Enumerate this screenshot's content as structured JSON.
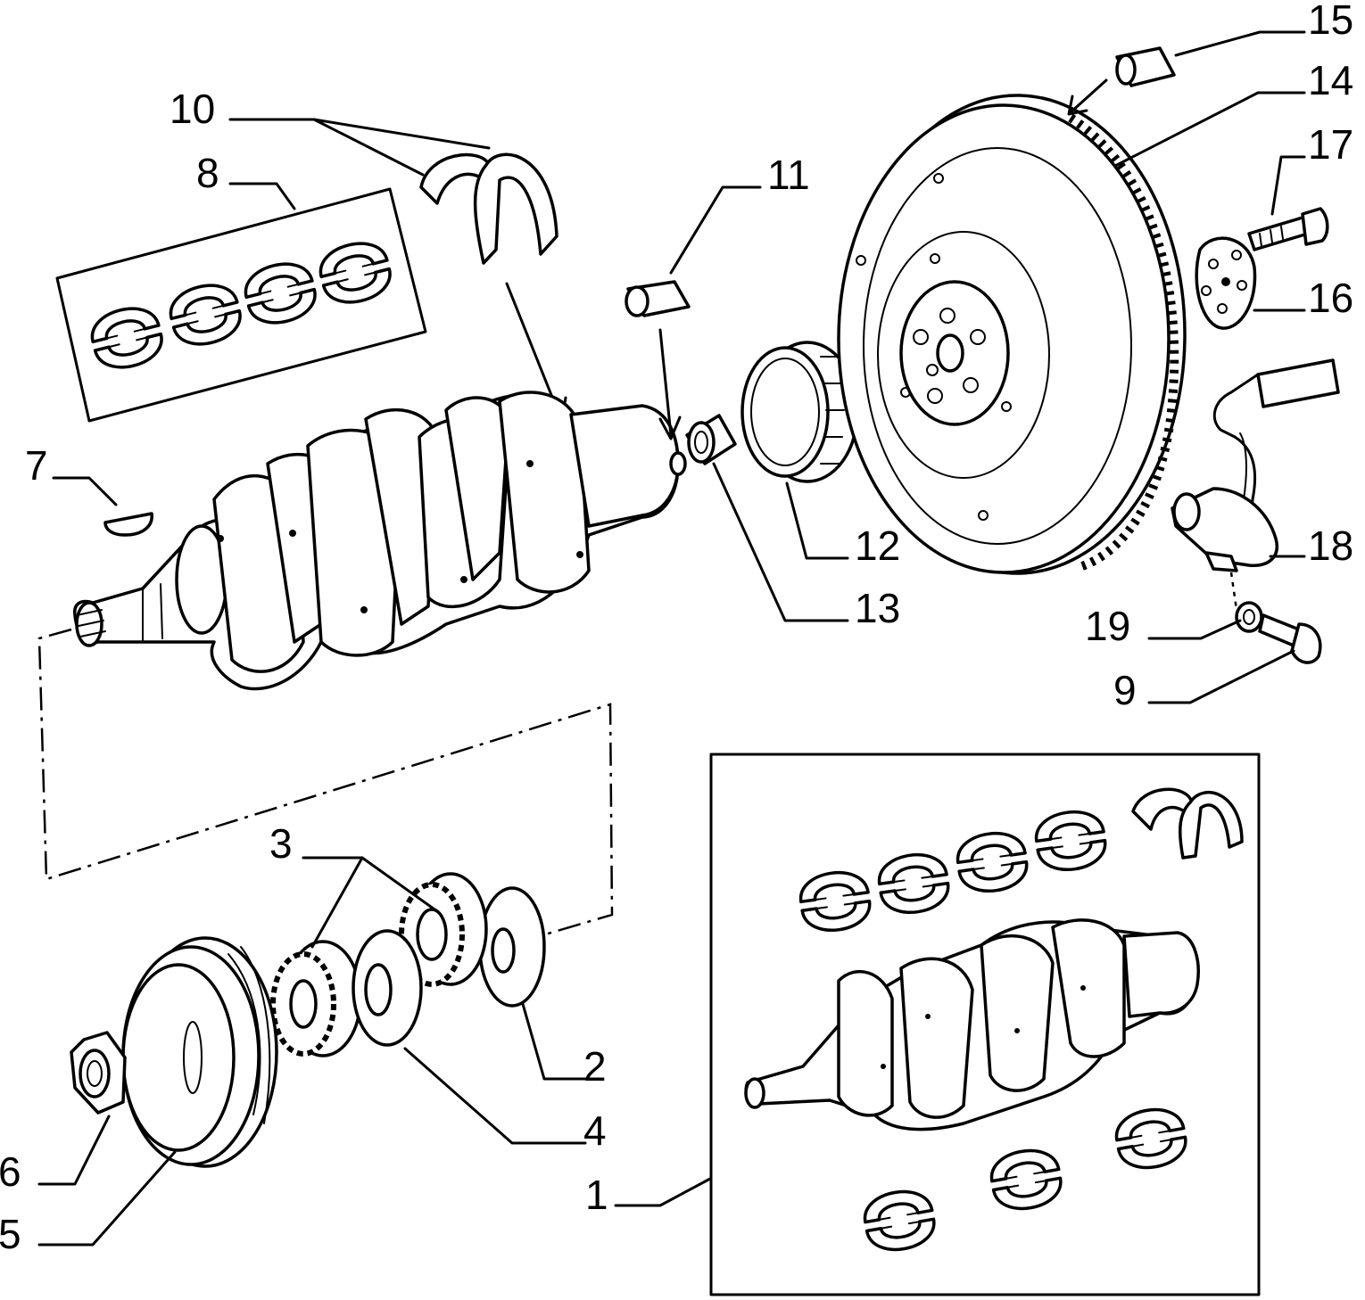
{
  "callouts": [
    {
      "id": "1",
      "label": "1"
    },
    {
      "id": "2",
      "label": "2"
    },
    {
      "id": "3",
      "label": "3"
    },
    {
      "id": "4",
      "label": "4"
    },
    {
      "id": "5",
      "label": "5"
    },
    {
      "id": "6",
      "label": "6"
    },
    {
      "id": "7",
      "label": "7"
    },
    {
      "id": "8",
      "label": "8"
    },
    {
      "id": "9",
      "label": "9"
    },
    {
      "id": "10",
      "label": "10"
    },
    {
      "id": "11",
      "label": "11"
    },
    {
      "id": "12",
      "label": "12"
    },
    {
      "id": "13",
      "label": "13"
    },
    {
      "id": "14",
      "label": "14"
    },
    {
      "id": "15",
      "label": "15"
    },
    {
      "id": "16",
      "label": "16"
    },
    {
      "id": "17",
      "label": "17"
    },
    {
      "id": "18",
      "label": "18"
    },
    {
      "id": "19",
      "label": "19"
    }
  ],
  "colors": {
    "ink": "#000000",
    "paper": "#ffffff"
  }
}
